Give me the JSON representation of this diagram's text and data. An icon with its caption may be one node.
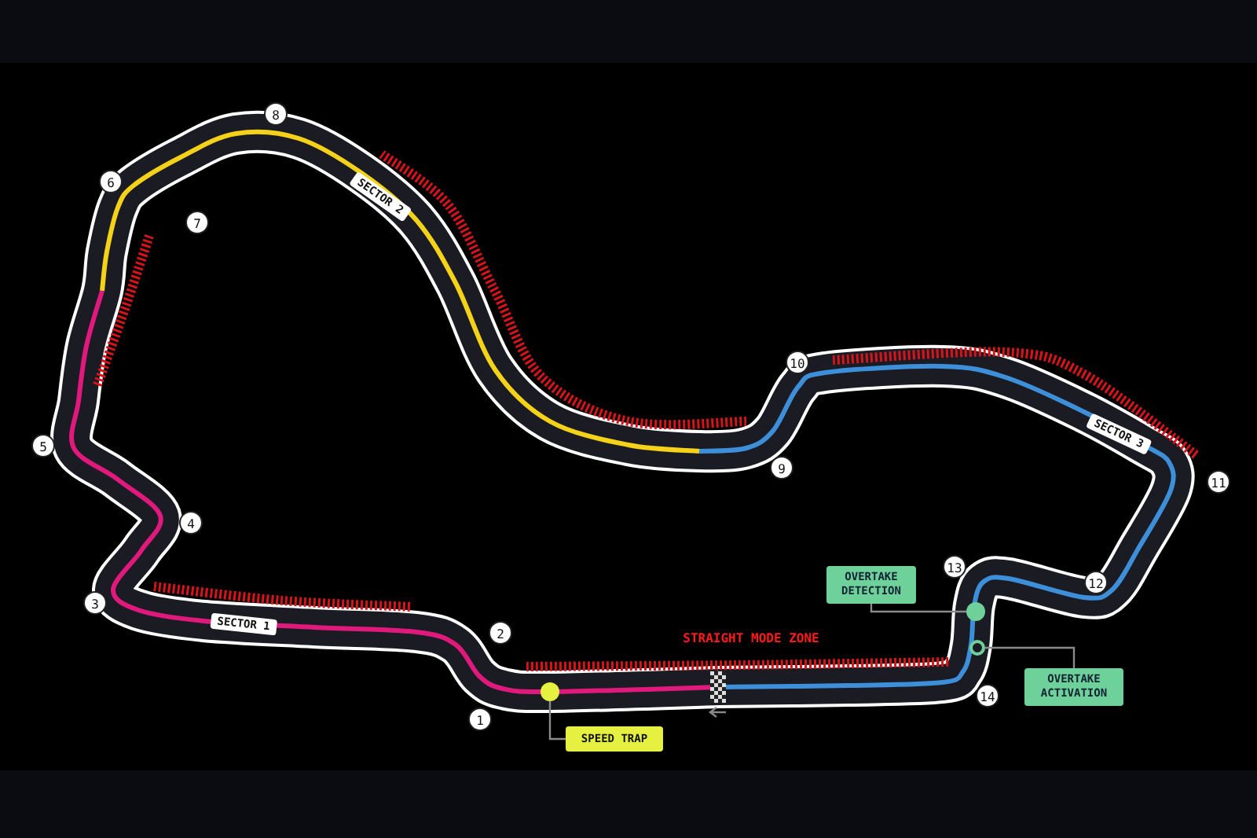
{
  "diagram": {
    "nodes": [
      {
        "text": [
          "SPEED TRAP"
        ]
      },
      {
        "text": [],
        "shape": "circle"
      },
      {
        "text": [
          "OVERTAKE DETECTION"
        ]
      },
      {
        "text": [],
        "shape": "circle"
      },
      {
        "text": [
          "OVERTAKE ACTIVATION"
        ]
      },
      {
        "text": [],
        "shape": "circle"
      }
    ],
    "edges": [
      {
        "from": 0,
        "to": 1,
        "arrow": "none"
      },
      {
        "from": 2,
        "to": 3,
        "arrow": "none"
      },
      {
        "from": 4,
        "to": 5,
        "arrow": "none"
      }
    ],
    "labels": [
      "8",
      "6",
      "7",
      "SECTOR 2",
      "10",
      "SECTOR 3",
      "9",
      "11",
      "5",
      "4",
      "13",
      "12",
      "3",
      "SECTOR 1",
      "2",
      "STRAIGHT MODE ZONE",
      "1",
      "14"
    ]
  }
}
